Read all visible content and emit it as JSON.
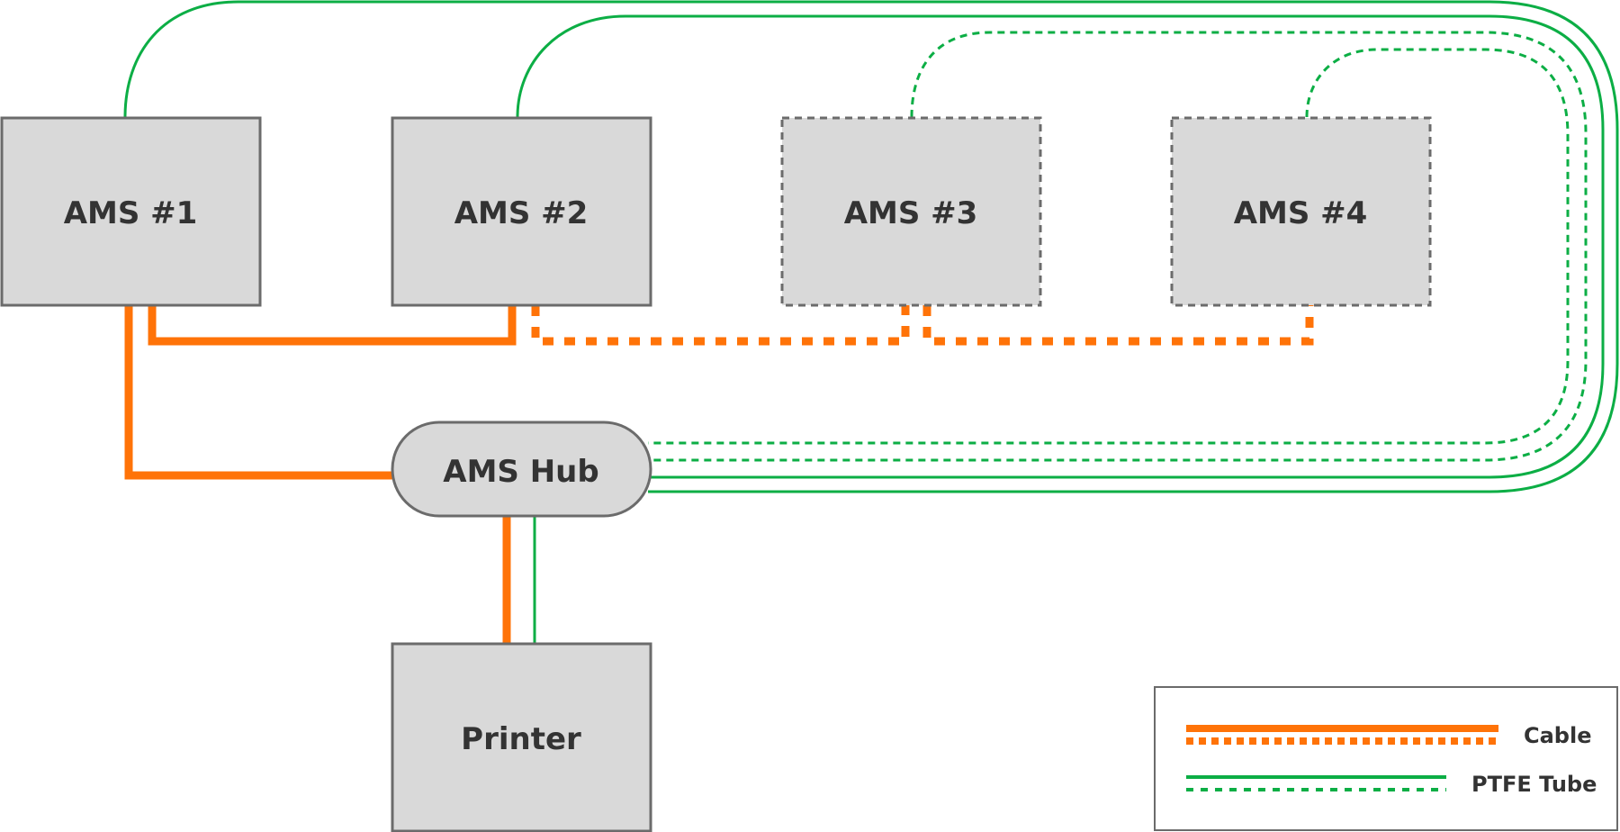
{
  "diagram": {
    "nodes": {
      "ams1": {
        "label": "AMS #1",
        "style": "solid"
      },
      "ams2": {
        "label": "AMS #2",
        "style": "solid"
      },
      "ams3": {
        "label": "AMS #3",
        "style": "dashed"
      },
      "ams4": {
        "label": "AMS #4",
        "style": "dashed"
      },
      "hub": {
        "label": "AMS Hub",
        "style": "solid"
      },
      "printer": {
        "label": "Printer",
        "style": "solid"
      }
    },
    "connections": [
      {
        "from": "AMS #1",
        "to": "AMS Hub",
        "type": "cable",
        "style": "solid"
      },
      {
        "from": "AMS #1",
        "to": "AMS #2",
        "type": "cable",
        "style": "solid"
      },
      {
        "from": "AMS #2",
        "to": "AMS #3",
        "type": "cable",
        "style": "dashed"
      },
      {
        "from": "AMS #3",
        "to": "AMS #4",
        "type": "cable",
        "style": "dashed"
      },
      {
        "from": "AMS Hub",
        "to": "Printer",
        "type": "cable",
        "style": "solid"
      },
      {
        "from": "AMS Hub",
        "to": "Printer",
        "type": "ptfe",
        "style": "solid"
      },
      {
        "from": "AMS #1",
        "to": "AMS Hub",
        "type": "ptfe",
        "style": "solid"
      },
      {
        "from": "AMS #2",
        "to": "AMS Hub",
        "type": "ptfe",
        "style": "solid"
      },
      {
        "from": "AMS #3",
        "to": "AMS Hub",
        "type": "ptfe",
        "style": "dashed"
      },
      {
        "from": "AMS #4",
        "to": "AMS Hub",
        "type": "ptfe",
        "style": "dashed"
      }
    ],
    "legend": {
      "cable_label": "Cable",
      "ptfe_label": "PTFE Tube"
    },
    "colors": {
      "cable": "#ff7308",
      "ptfe": "#0cae45",
      "box_fill": "#d9d9d9",
      "box_stroke": "#6b6b6b",
      "text": "#333333"
    }
  }
}
